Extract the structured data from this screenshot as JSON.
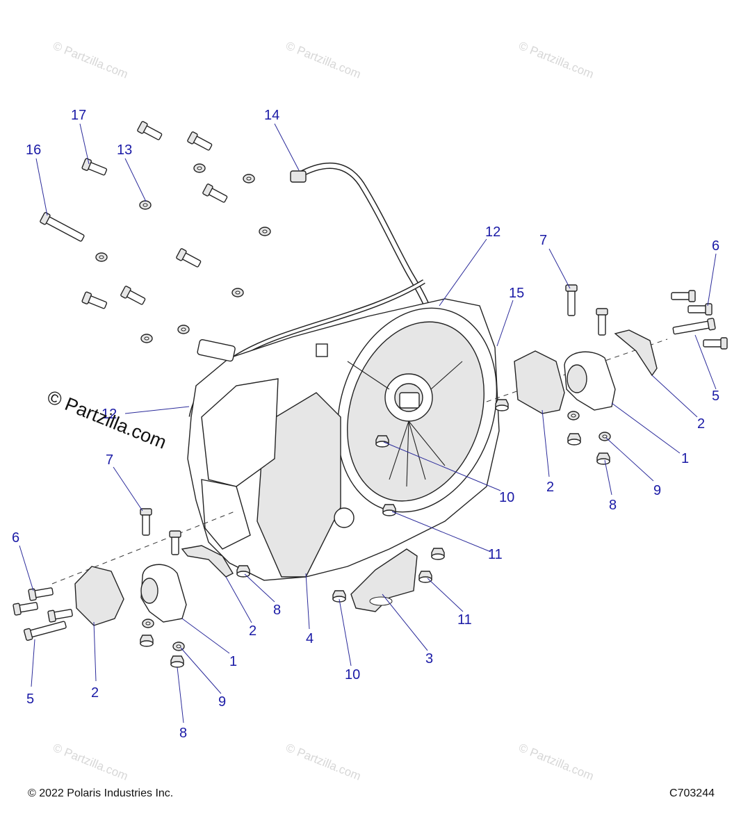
{
  "watermark": "© Partzilla.com",
  "watermark_small": "© Partzilla.com",
  "footer": {
    "copyright": "© 2022 Polaris Industries Inc.",
    "diagram_code": "C703244"
  },
  "callouts": {
    "c17": "17",
    "c13": "13",
    "c16": "16",
    "c14": "14",
    "c12a": "12",
    "c12b": "12",
    "c15": "15",
    "c7a": "7",
    "c7b": "7",
    "c6a": "6",
    "c6b": "6",
    "c5a": "5",
    "c5b": "5",
    "c2a": "2",
    "c2b": "2",
    "c2c": "2",
    "c2d": "2",
    "c1a": "1",
    "c1b": "1",
    "c9a": "9",
    "c9b": "9",
    "c8a": "8",
    "c8b": "8",
    "c8c": "8",
    "c10a": "10",
    "c10b": "10",
    "c11a": "11",
    "c11b": "11",
    "c4": "4",
    "c3": "3"
  }
}
